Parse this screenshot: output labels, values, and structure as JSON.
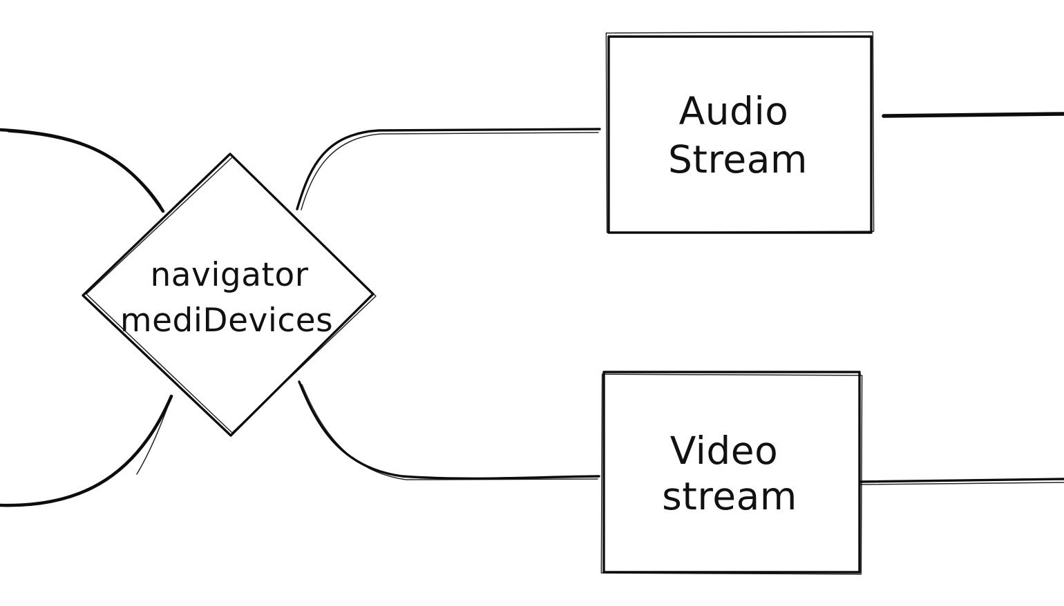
{
  "canvas": {
    "background_color": "#ffffff",
    "ink_color": "#0d0d0d"
  },
  "nodes": {
    "decision": {
      "shape": "diamond",
      "line1": "navigator",
      "line2": "mediDevices"
    },
    "audio": {
      "shape": "rectangle",
      "line1": "Audio",
      "line2": "Stream"
    },
    "video": {
      "shape": "rectangle",
      "line1": "Video",
      "line2": "stream"
    }
  }
}
